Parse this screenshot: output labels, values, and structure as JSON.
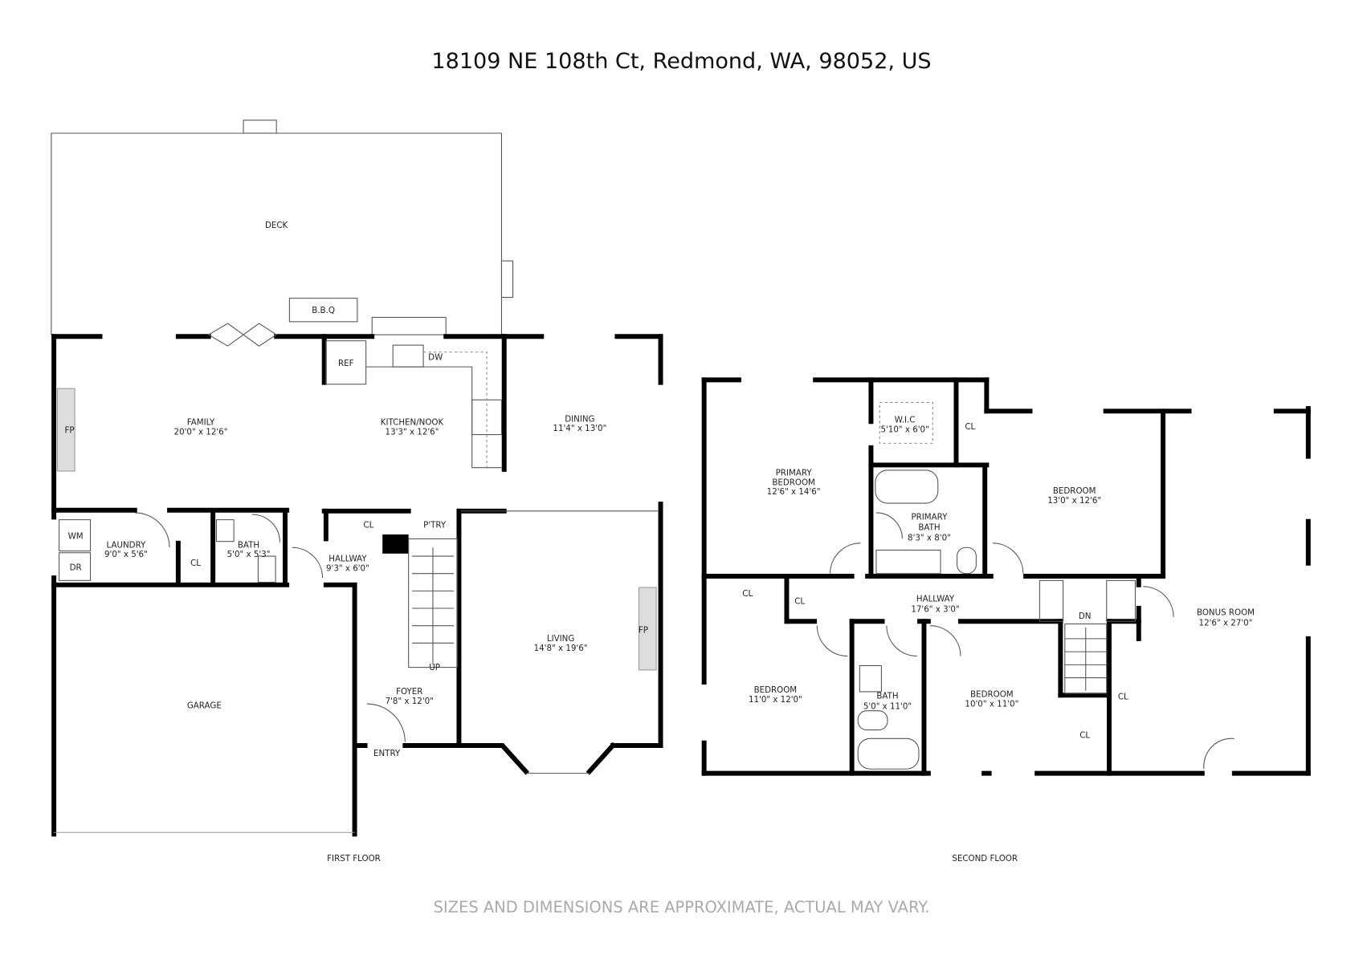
{
  "title": "18109 NE 108th Ct, Redmond, WA, 98052, US",
  "disclaimer": "SIZES AND DIMENSIONS ARE APPROXIMATE, ACTUAL MAY VARY.",
  "first_floor": {
    "label": "FIRST FLOOR",
    "deck": "DECK",
    "bbq": "B.B.Q",
    "ref": "REF",
    "dw": "DW",
    "fp": "FP",
    "fp2": "FP",
    "family": {
      "name": "FAMILY",
      "dim": "20'0\" x 12'6\""
    },
    "kitchen": {
      "name": "KITCHEN/NOOK",
      "dim": "13'3\" x 12'6\""
    },
    "dining": {
      "name": "DINING",
      "dim": "11'4\" x 13'0\""
    },
    "laundry": {
      "name": "LAUNDRY",
      "dim": "9'0\" x 5'6\""
    },
    "wm": "WM",
    "dr": "DR",
    "cl1": "CL",
    "cl2": "CL",
    "ptry": "P'TRY",
    "bath": {
      "name": "BATH",
      "dim": "5'0\" x 5'3\""
    },
    "hallway": {
      "name": "HALLWAY",
      "dim": "9'3\" x 6'0\""
    },
    "living": {
      "name": "LIVING",
      "dim": "14'8\" x 19'6\""
    },
    "garage": "GARAGE",
    "foyer": {
      "name": "FOYER",
      "dim": "7'8\" x 12'0\""
    },
    "up": "UP",
    "entry": "ENTRY"
  },
  "second_floor": {
    "label": "SECOND FLOOR",
    "primary_bedroom": {
      "name1": "PRIMARY",
      "name2": "BEDROOM",
      "dim": "12'6\" x 14'6\""
    },
    "wic": {
      "name": "W.I.C",
      "dim": "5'10\" x 6'0\""
    },
    "cl_a": "CL",
    "cl_b": "CL",
    "cl_c": "CL",
    "cl_d": "CL",
    "cl_e": "CL",
    "bedroom_ne": {
      "name": "BEDROOM",
      "dim": "13'0\" x 12'6\""
    },
    "primary_bath": {
      "name1": "PRIMARY",
      "name2": "BATH",
      "dim": "8'3\" x 8'0\""
    },
    "hallway": {
      "name": "HALLWAY",
      "dim": "17'6\" x 3'0\""
    },
    "dn": "DN",
    "bonus": {
      "name": "BONUS ROOM",
      "dim": "12'6\" x 27'0\""
    },
    "bedroom_sw": {
      "name": "BEDROOM",
      "dim": "11'0\" x 12'0\""
    },
    "bath": {
      "name": "BATH",
      "dim": "5'0\" x 11'0\""
    },
    "bedroom_s": {
      "name": "BEDROOM",
      "dim": "10'0\" x 11'0\""
    }
  }
}
